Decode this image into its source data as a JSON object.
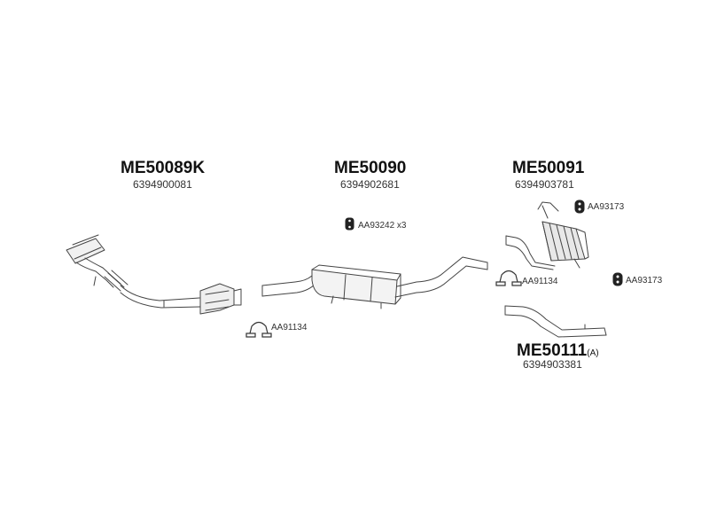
{
  "groups": {
    "g1": {
      "code": "ME50089K",
      "oe": "6394900081"
    },
    "g2": {
      "code": "ME50090",
      "oe": "6394902681"
    },
    "g3": {
      "code": "ME50091",
      "oe": "6394903781"
    },
    "g4": {
      "code": "ME50111",
      "suffix": "(A)",
      "oe": "6394903381"
    }
  },
  "parts": {
    "clamp_left": "AA91134",
    "rubber_mid": "AA93242 x3",
    "rubber_top_right": "AA93173",
    "clamp_right": "AA91134",
    "rubber_right": "AA93173"
  },
  "icons": {
    "clamp": "pipe-clamp-icon",
    "rubber": "rubber-mount-icon"
  }
}
